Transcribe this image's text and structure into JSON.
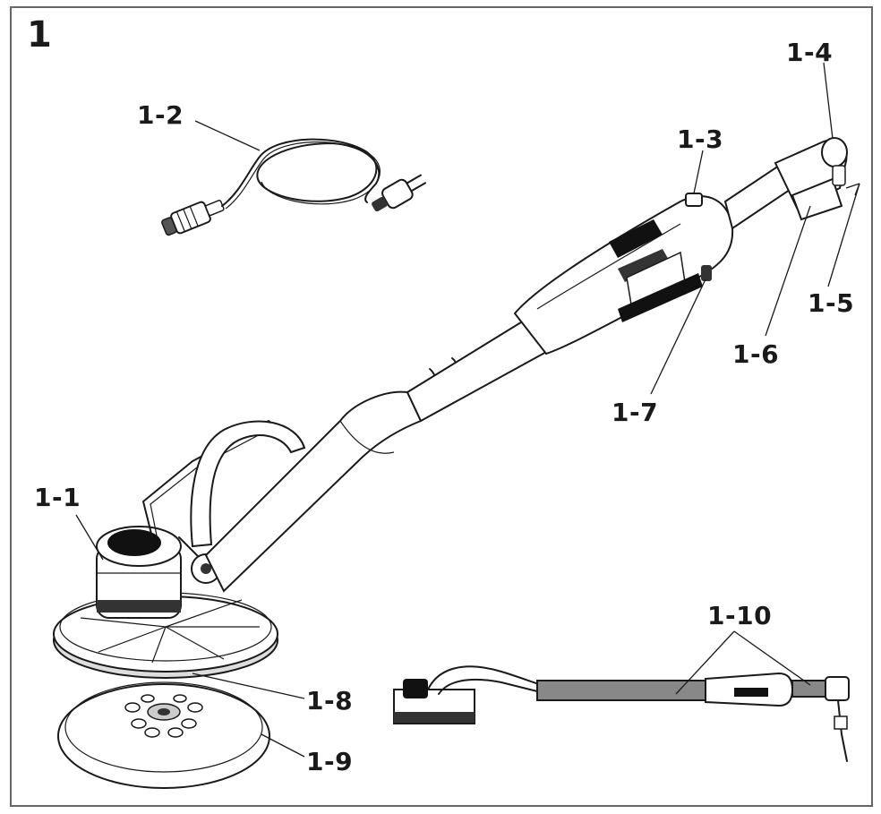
{
  "figure": {
    "number": "1"
  },
  "labels": {
    "l1_1": "1-1",
    "l1_2": "1-2",
    "l1_3": "1-3",
    "l1_4": "1-4",
    "l1_5": "1-5",
    "l1_6": "1-6",
    "l1_7": "1-7",
    "l1_8": "1-8",
    "l1_9": "1-9",
    "l1_10": "1-10"
  },
  "colors": {
    "ink": "#1a1a1a",
    "frame": "#666666",
    "shade": "#888888",
    "dark": "#111111"
  }
}
